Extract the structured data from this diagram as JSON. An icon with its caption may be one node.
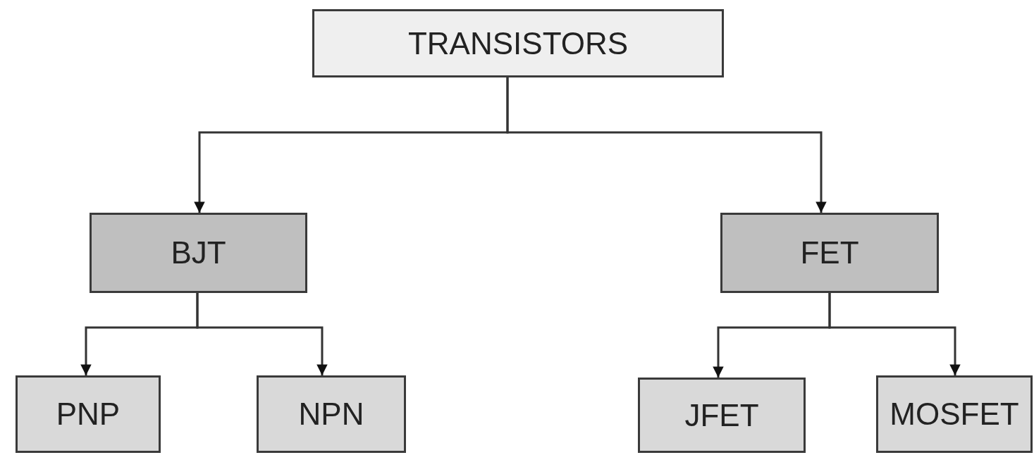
{
  "diagram": {
    "nodes": [
      {
        "text": [
          "TRANSISTORS"
        ]
      },
      {
        "text": [
          "BJT"
        ]
      },
      {
        "text": [
          "FET"
        ]
      },
      {
        "text": [
          "PNP"
        ]
      },
      {
        "text": [
          "NPN"
        ]
      },
      {
        "text": [
          "JFET"
        ]
      },
      {
        "text": [
          "MOSFET"
        ]
      }
    ],
    "edges": [
      {
        "from": 0,
        "to": 1,
        "arrow": "to"
      },
      {
        "from": 0,
        "to": 2,
        "arrow": "to"
      },
      {
        "from": 1,
        "to": 3,
        "arrow": "to"
      },
      {
        "from": 1,
        "to": 4,
        "arrow": "to"
      },
      {
        "from": 2,
        "to": 5,
        "arrow": "to"
      },
      {
        "from": 2,
        "to": 6,
        "arrow": "to"
      }
    ]
  }
}
